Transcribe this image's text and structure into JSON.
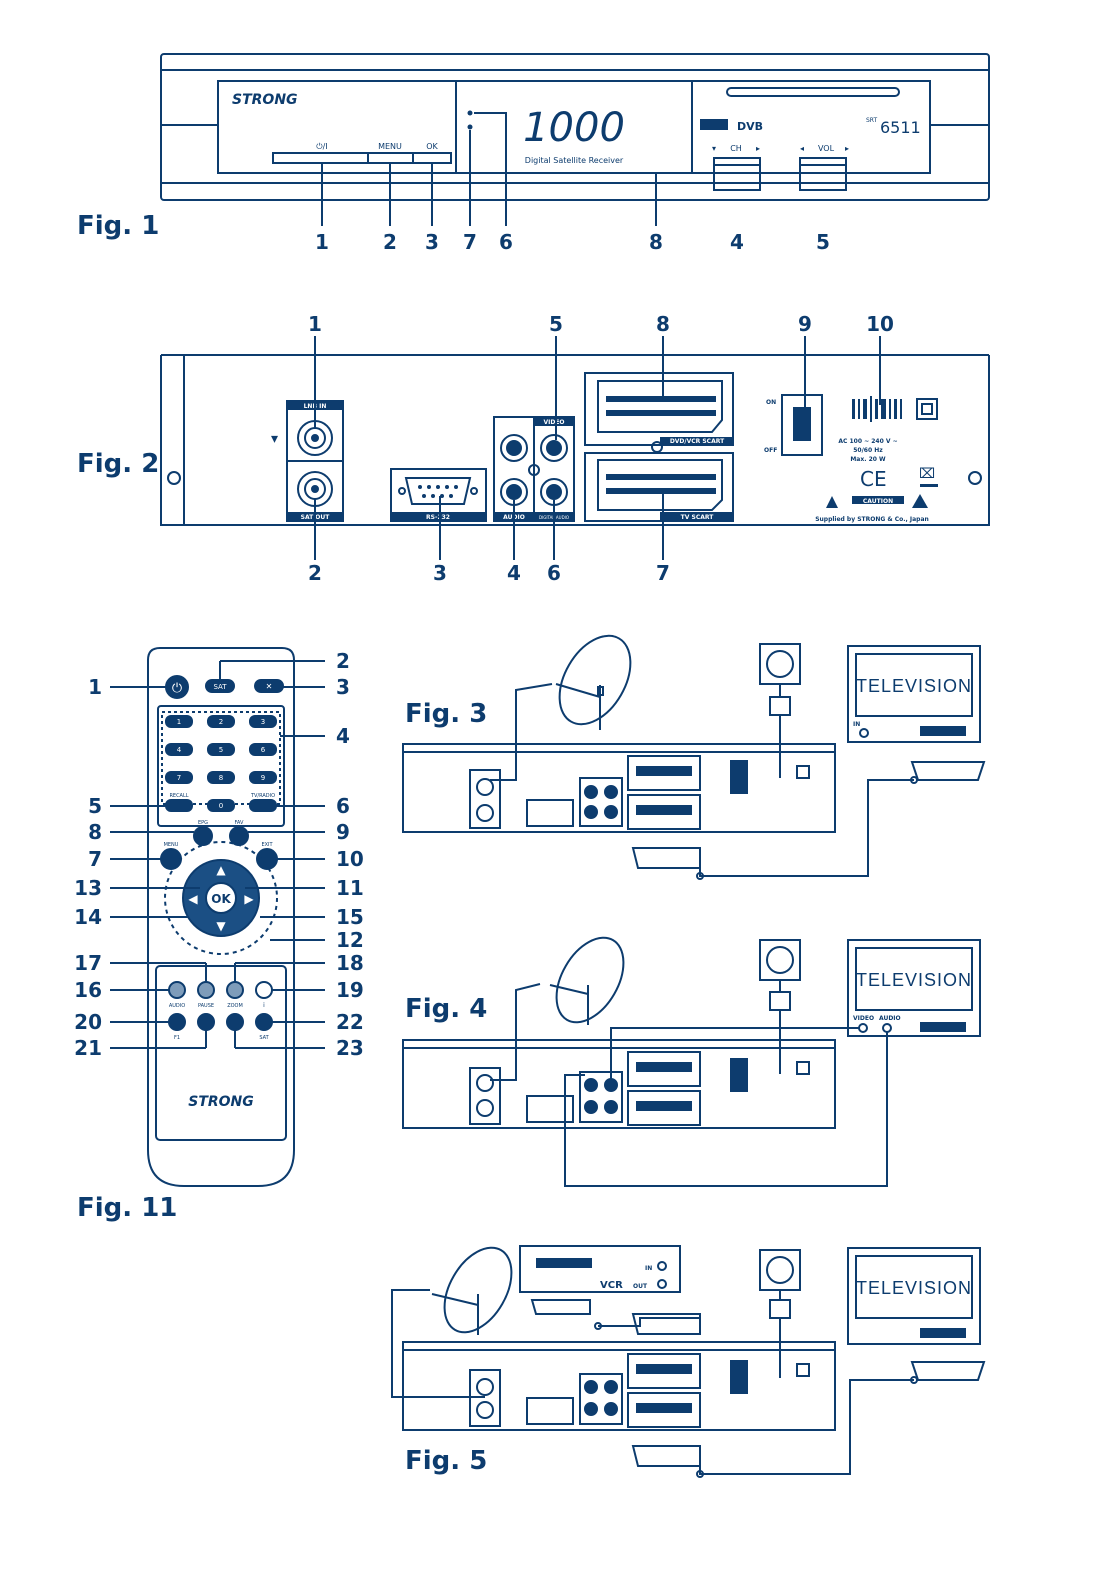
{
  "captions": {
    "fig1": "Fig. 1",
    "fig2": "Fig. 2",
    "fig3": "Fig. 3",
    "fig4": "Fig. 4",
    "fig5": "Fig. 5",
    "fig11": "Fig. 11"
  },
  "fig1": {
    "brand": "STRONG",
    "display_value": "1000",
    "display_caption": "Digital Satellite Receiver",
    "model": "6511",
    "model_prefix": "SRT",
    "btn_standby": "⏻/I",
    "btn_menu": "MENU",
    "btn_ok": "OK",
    "ch_label": "CH",
    "vol_label": "VOL",
    "callouts": [
      "1",
      "2",
      "3",
      "7",
      "6",
      "8",
      "4",
      "5"
    ]
  },
  "fig2": {
    "lnb_in": "LNB IN",
    "sat_out": "SAT OUT",
    "rs232": "RS-232",
    "audio": "AUDIO",
    "video": "VIDEO",
    "digital_audio": "DIGITAL AUDIO",
    "vcr_scart": "DVD/VCR SCART",
    "tv_scart": "TV SCART",
    "on": "ON",
    "off": "OFF",
    "power_rating": [
      "AC 100 ~ 240 V ~",
      "50/60 Hz",
      "Max. 20 W"
    ],
    "ce": "CE",
    "caution": "CAUTION",
    "supplier": "Supplied by STRONG & Co., Japan",
    "callouts_top": [
      "1",
      "5",
      "8",
      "9",
      "10"
    ],
    "callouts_bottom": [
      "2",
      "3",
      "4",
      "6",
      "7"
    ]
  },
  "fig11": {
    "brand": "STRONG",
    "keys": {
      "sat": "SAT",
      "recall": "RECALL",
      "tvradio": "TV/RADIO",
      "epg": "EPG",
      "fav": "FAV",
      "menu": "MENU",
      "exit": "EXIT",
      "ok": "OK",
      "audio": "AUDIO",
      "pause": "PAUSE",
      "zoom": "ZOOM",
      "i": "i",
      "f1": "F1",
      "sat2": "SAT"
    },
    "digits": [
      "1",
      "2",
      "3",
      "4",
      "5",
      "6",
      "7",
      "8",
      "9",
      "0"
    ],
    "left_callouts": [
      "1",
      "5",
      "8",
      "7",
      "13",
      "14",
      "17",
      "16",
      "20",
      "21"
    ],
    "right_callouts": [
      "2",
      "3",
      "4",
      "6",
      "9",
      "10",
      "11",
      "15",
      "12",
      "18",
      "19",
      "22",
      "23"
    ]
  },
  "connections": {
    "television": "TELEVISION",
    "tv_in": "IN",
    "tv_video": "VIDEO",
    "tv_audio": "AUDIO",
    "vcr": "VCR",
    "vcr_in": "IN",
    "vcr_out": "OUT"
  },
  "colors": {
    "ink": "#0d3c6e",
    "button_fill": "#1b4f84",
    "background": "#ffffff"
  }
}
